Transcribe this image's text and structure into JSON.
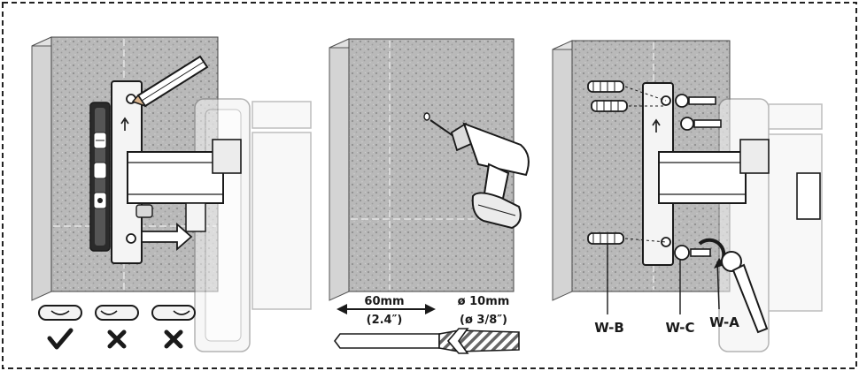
{
  "panel2": {
    "depth_metric": "60mm",
    "depth_imperial": "(2.4″)",
    "diameter_metric": "ø 10mm",
    "diameter_imperial": "(ø 3/8″)"
  },
  "panel3": {
    "anchor_label": "W-B",
    "washer_label": "W-C",
    "screw_label": "W-A"
  },
  "colors": {
    "wall": "#bdbdbd",
    "wall_edge": "#d3d3d3",
    "outline": "#1a1a1a",
    "faded_mount": "#eeeeee"
  }
}
